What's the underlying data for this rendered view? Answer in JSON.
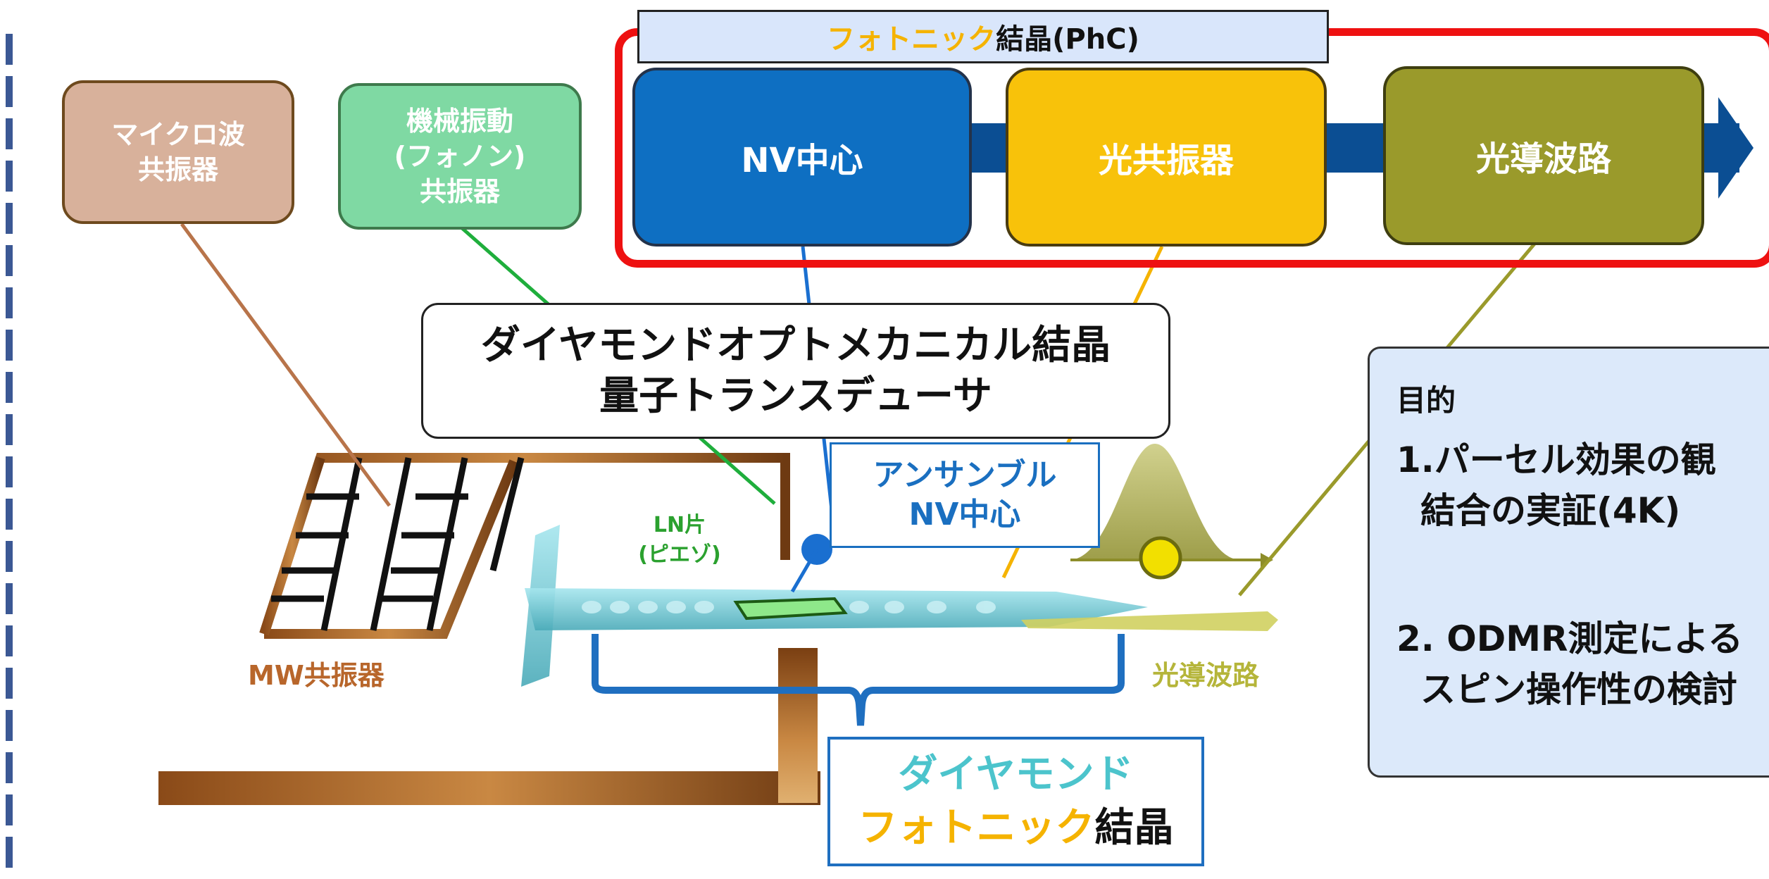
{
  "colors": {
    "microwave": "#d8b19b",
    "mechanical": "#7fd9a3",
    "nv": "#0e6fc2",
    "cavity": "#f8c20a",
    "waveguide": "#9a9a2b",
    "phc_bar": "#d9e6fb",
    "goal_bg": "#dce9fa",
    "highlight": "#f5b300",
    "red_frame": "#ee1111",
    "dash": "#3b5894",
    "blue_text": "#1a6fc0",
    "cyan_text": "#4cc4cc",
    "copper": "#b8662b",
    "diamond": "#7ed3dd"
  },
  "phc_header": {
    "highlight": "フォトニック",
    "rest": "結晶(PhC)"
  },
  "top_boxes": {
    "microwave": [
      "マイクロ波",
      "共振器"
    ],
    "mechanical": [
      "機械振動",
      "(フォノン)",
      "共振器"
    ],
    "nv_center": "NV中心",
    "optical_cavity": "光共振器",
    "optical_waveguide": "光導波路"
  },
  "title": {
    "line1": "ダイヤモンドオプトメカニカル結晶",
    "line2": "量子トランスデューサ"
  },
  "device": {
    "ln_label": [
      "LN片",
      "(ピエゾ)"
    ],
    "ensemble_label": [
      "アンサンブル",
      "NV中心"
    ],
    "mw_label": "MW共振器",
    "waveguide_label": "光導波路"
  },
  "diamond_box": {
    "line1": "ダイヤモンド",
    "highlight": "フォトニック",
    "rest": "結晶"
  },
  "goal": {
    "heading": "目的",
    "item1_line1": "1.パーセル効果の観",
    "item1_line2": "結合の実証(4K)",
    "item2_line1": "2. ODMR測定による",
    "item2_line2": "スピン操作性の検討"
  }
}
